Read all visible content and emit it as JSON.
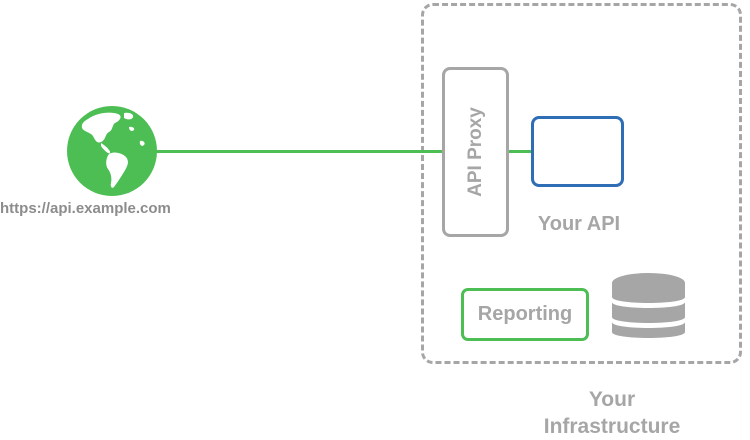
{
  "client": {
    "url": "https://api.example.com",
    "icon": "globe-icon"
  },
  "infrastructure": {
    "label_line1": "Your",
    "label_line2": "Infrastructure"
  },
  "proxy": {
    "label": "API Proxy"
  },
  "api": {
    "label": "Your API"
  },
  "reporting": {
    "label": "Reporting",
    "database_icon": "database-icon"
  },
  "colors": {
    "green": "#4cbe53",
    "grey": "#a6a6a6",
    "blue": "#2f6db5",
    "text_grey": "#8c8c8c"
  }
}
